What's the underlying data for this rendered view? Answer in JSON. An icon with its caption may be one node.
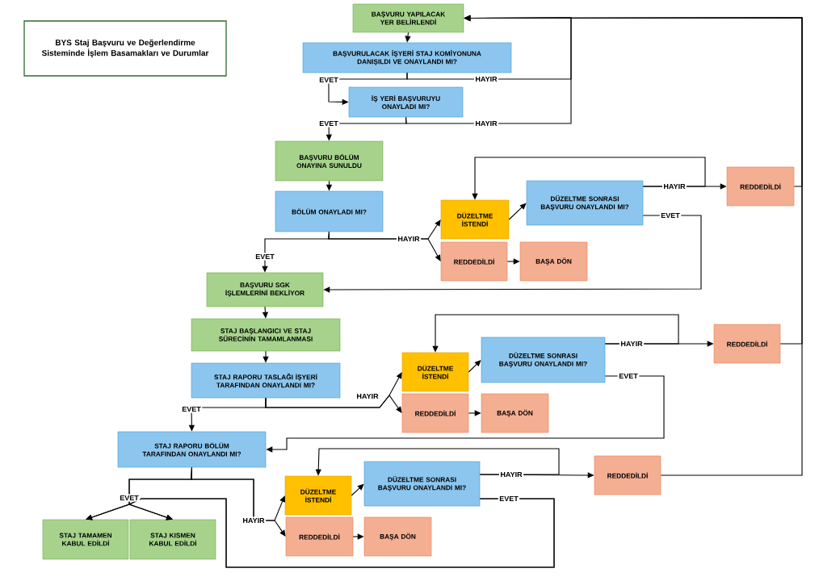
{
  "diagram": {
    "title": "BYS Staj Başvuru ve Değerlendirme Sisteminde İşlem Basamakları ve Durumlar",
    "nodes": [
      {
        "text": [
          "BAŞVURU YAPILACAK YER BELİRLENDİ"
        ]
      },
      {
        "text": [
          "BAŞVURULACAK İŞYERİ STAJ KOMİYONUNA DANIŞILDI VE ONAYLANDI MI?"
        ]
      },
      {
        "text": [
          "İŞ YERİ BAŞVURUYU ONAYLADI MI?"
        ]
      },
      {
        "text": [
          "BAŞVURU BÖLÜM ONAYINA SUNULDU"
        ]
      },
      {
        "text": [
          "BÖLÜM ONAYLADI MI?"
        ]
      },
      {
        "text": [
          "DÜZELTME İSTENDİ"
        ]
      },
      {
        "text": [
          "REDDEDİLDİ"
        ]
      },
      {
        "text": [
          "BAŞA DÖN"
        ]
      },
      {
        "text": [
          "DÜZELTME SONRASI BAŞVURU ONAYLANDI MI?"
        ]
      },
      {
        "text": [
          "REDDEDİLDİ"
        ]
      },
      {
        "text": [
          "BAŞVURU SGK İŞLEMLERİNİ BEKLİYOR"
        ]
      },
      {
        "text": [
          "STAJ BAŞLANGICI VE STAJ SÜRECİNİN TAMAMLANMASI"
        ]
      },
      {
        "text": [
          "STAJ RAPORU TASLAĞI İŞYERİ TARAFINDAN ONAYLANDI MI?"
        ]
      },
      {
        "text": [
          "DÜZELTME İSTENDİ"
        ]
      },
      {
        "text": [
          "REDDEDİLDİ"
        ]
      },
      {
        "text": [
          "BAŞA DÖN"
        ]
      },
      {
        "text": [
          "DÜZELTME SONRASI BAŞVURU ONAYLANDI MI?"
        ]
      },
      {
        "text": [
          "REDDEDİLDİ"
        ]
      },
      {
        "text": [
          "STAJ RAPORU BÖLÜM TARAFINDAN ONAYLANDI MI?"
        ]
      },
      {
        "text": [
          "STAJ TAMAMEN KABUL EDİLDİ"
        ]
      },
      {
        "text": [
          "STAJ KISMEN KABUL EDİLDİ"
        ]
      },
      {
        "text": [
          "DÜZELTME İSTENDİ"
        ]
      },
      {
        "text": [
          "REDDEDİLDİ"
        ]
      },
      {
        "text": [
          "BAŞA DÖN"
        ]
      },
      {
        "text": [
          "DÜZELTME SONRASI BAŞVURU ONAYLANDI MI?"
        ]
      },
      {
        "text": [
          "REDDEDİLDİ"
        ]
      }
    ],
    "edges": [
      {
        "from": 0,
        "to": 1,
        "arrow": "to"
      },
      {
        "from": 1,
        "to": 2,
        "arrow": "to",
        "label": "EVET"
      },
      {
        "from": 1,
        "to": 0,
        "arrow": "to",
        "label": "HAYIR"
      },
      {
        "from": 2,
        "to": 3,
        "arrow": "to",
        "label": "EVET"
      },
      {
        "from": 2,
        "to": 0,
        "arrow": "to",
        "label": "HAYIR"
      },
      {
        "from": 3,
        "to": 4,
        "arrow": "to"
      },
      {
        "from": 4,
        "to": 10,
        "arrow": "to",
        "label": "EVET"
      },
      {
        "from": 4,
        "to": 5,
        "arrow": "to",
        "label": "HAYIR"
      },
      {
        "from": 4,
        "to": 6,
        "arrow": "to"
      },
      {
        "from": 6,
        "to": 7,
        "arrow": "to"
      },
      {
        "from": 5,
        "to": 8,
        "arrow": "to"
      },
      {
        "from": 8,
        "to": 9,
        "arrow": "to",
        "label": "HAYIR"
      },
      {
        "from": 8,
        "to": 5,
        "arrow": "to"
      },
      {
        "from": 8,
        "to": 10,
        "arrow": "to",
        "label": "EVET"
      },
      {
        "from": 9,
        "to": 0,
        "arrow": "to"
      },
      {
        "from": 10,
        "to": 11,
        "arrow": "to"
      },
      {
        "from": 11,
        "to": 12,
        "arrow": "to"
      },
      {
        "from": 12,
        "to": 18,
        "arrow": "to",
        "label": "EVET"
      },
      {
        "from": 12,
        "to": 13,
        "arrow": "to",
        "label": "HAYIR"
      },
      {
        "from": 12,
        "to": 14,
        "arrow": "to"
      },
      {
        "from": 14,
        "to": 15,
        "arrow": "to"
      },
      {
        "from": 13,
        "to": 16,
        "arrow": "to"
      },
      {
        "from": 16,
        "to": 17,
        "arrow": "to",
        "label": "HAYIR"
      },
      {
        "from": 16,
        "to": 13,
        "arrow": "to"
      },
      {
        "from": 16,
        "to": 18,
        "arrow": "to",
        "label": "EVET"
      },
      {
        "from": 17,
        "to": 0,
        "arrow": "to"
      },
      {
        "from": 18,
        "to": 19,
        "arrow": "to",
        "label": "EVET"
      },
      {
        "from": 18,
        "to": 20,
        "arrow": "to"
      },
      {
        "from": 18,
        "to": 21,
        "arrow": "to",
        "label": "HAYIR"
      },
      {
        "from": 18,
        "to": 22,
        "arrow": "to"
      },
      {
        "from": 22,
        "to": 23,
        "arrow": "to"
      },
      {
        "from": 21,
        "to": 24,
        "arrow": "to"
      },
      {
        "from": 24,
        "to": 25,
        "arrow": "to",
        "label": "HAYIR"
      },
      {
        "from": 24,
        "to": 21,
        "arrow": "to"
      },
      {
        "from": 24,
        "to": 19,
        "arrow": "to",
        "label": "EVET"
      },
      {
        "from": 24,
        "to": 20,
        "arrow": "to"
      },
      {
        "from": 25,
        "to": 0,
        "arrow": "to"
      }
    ]
  }
}
